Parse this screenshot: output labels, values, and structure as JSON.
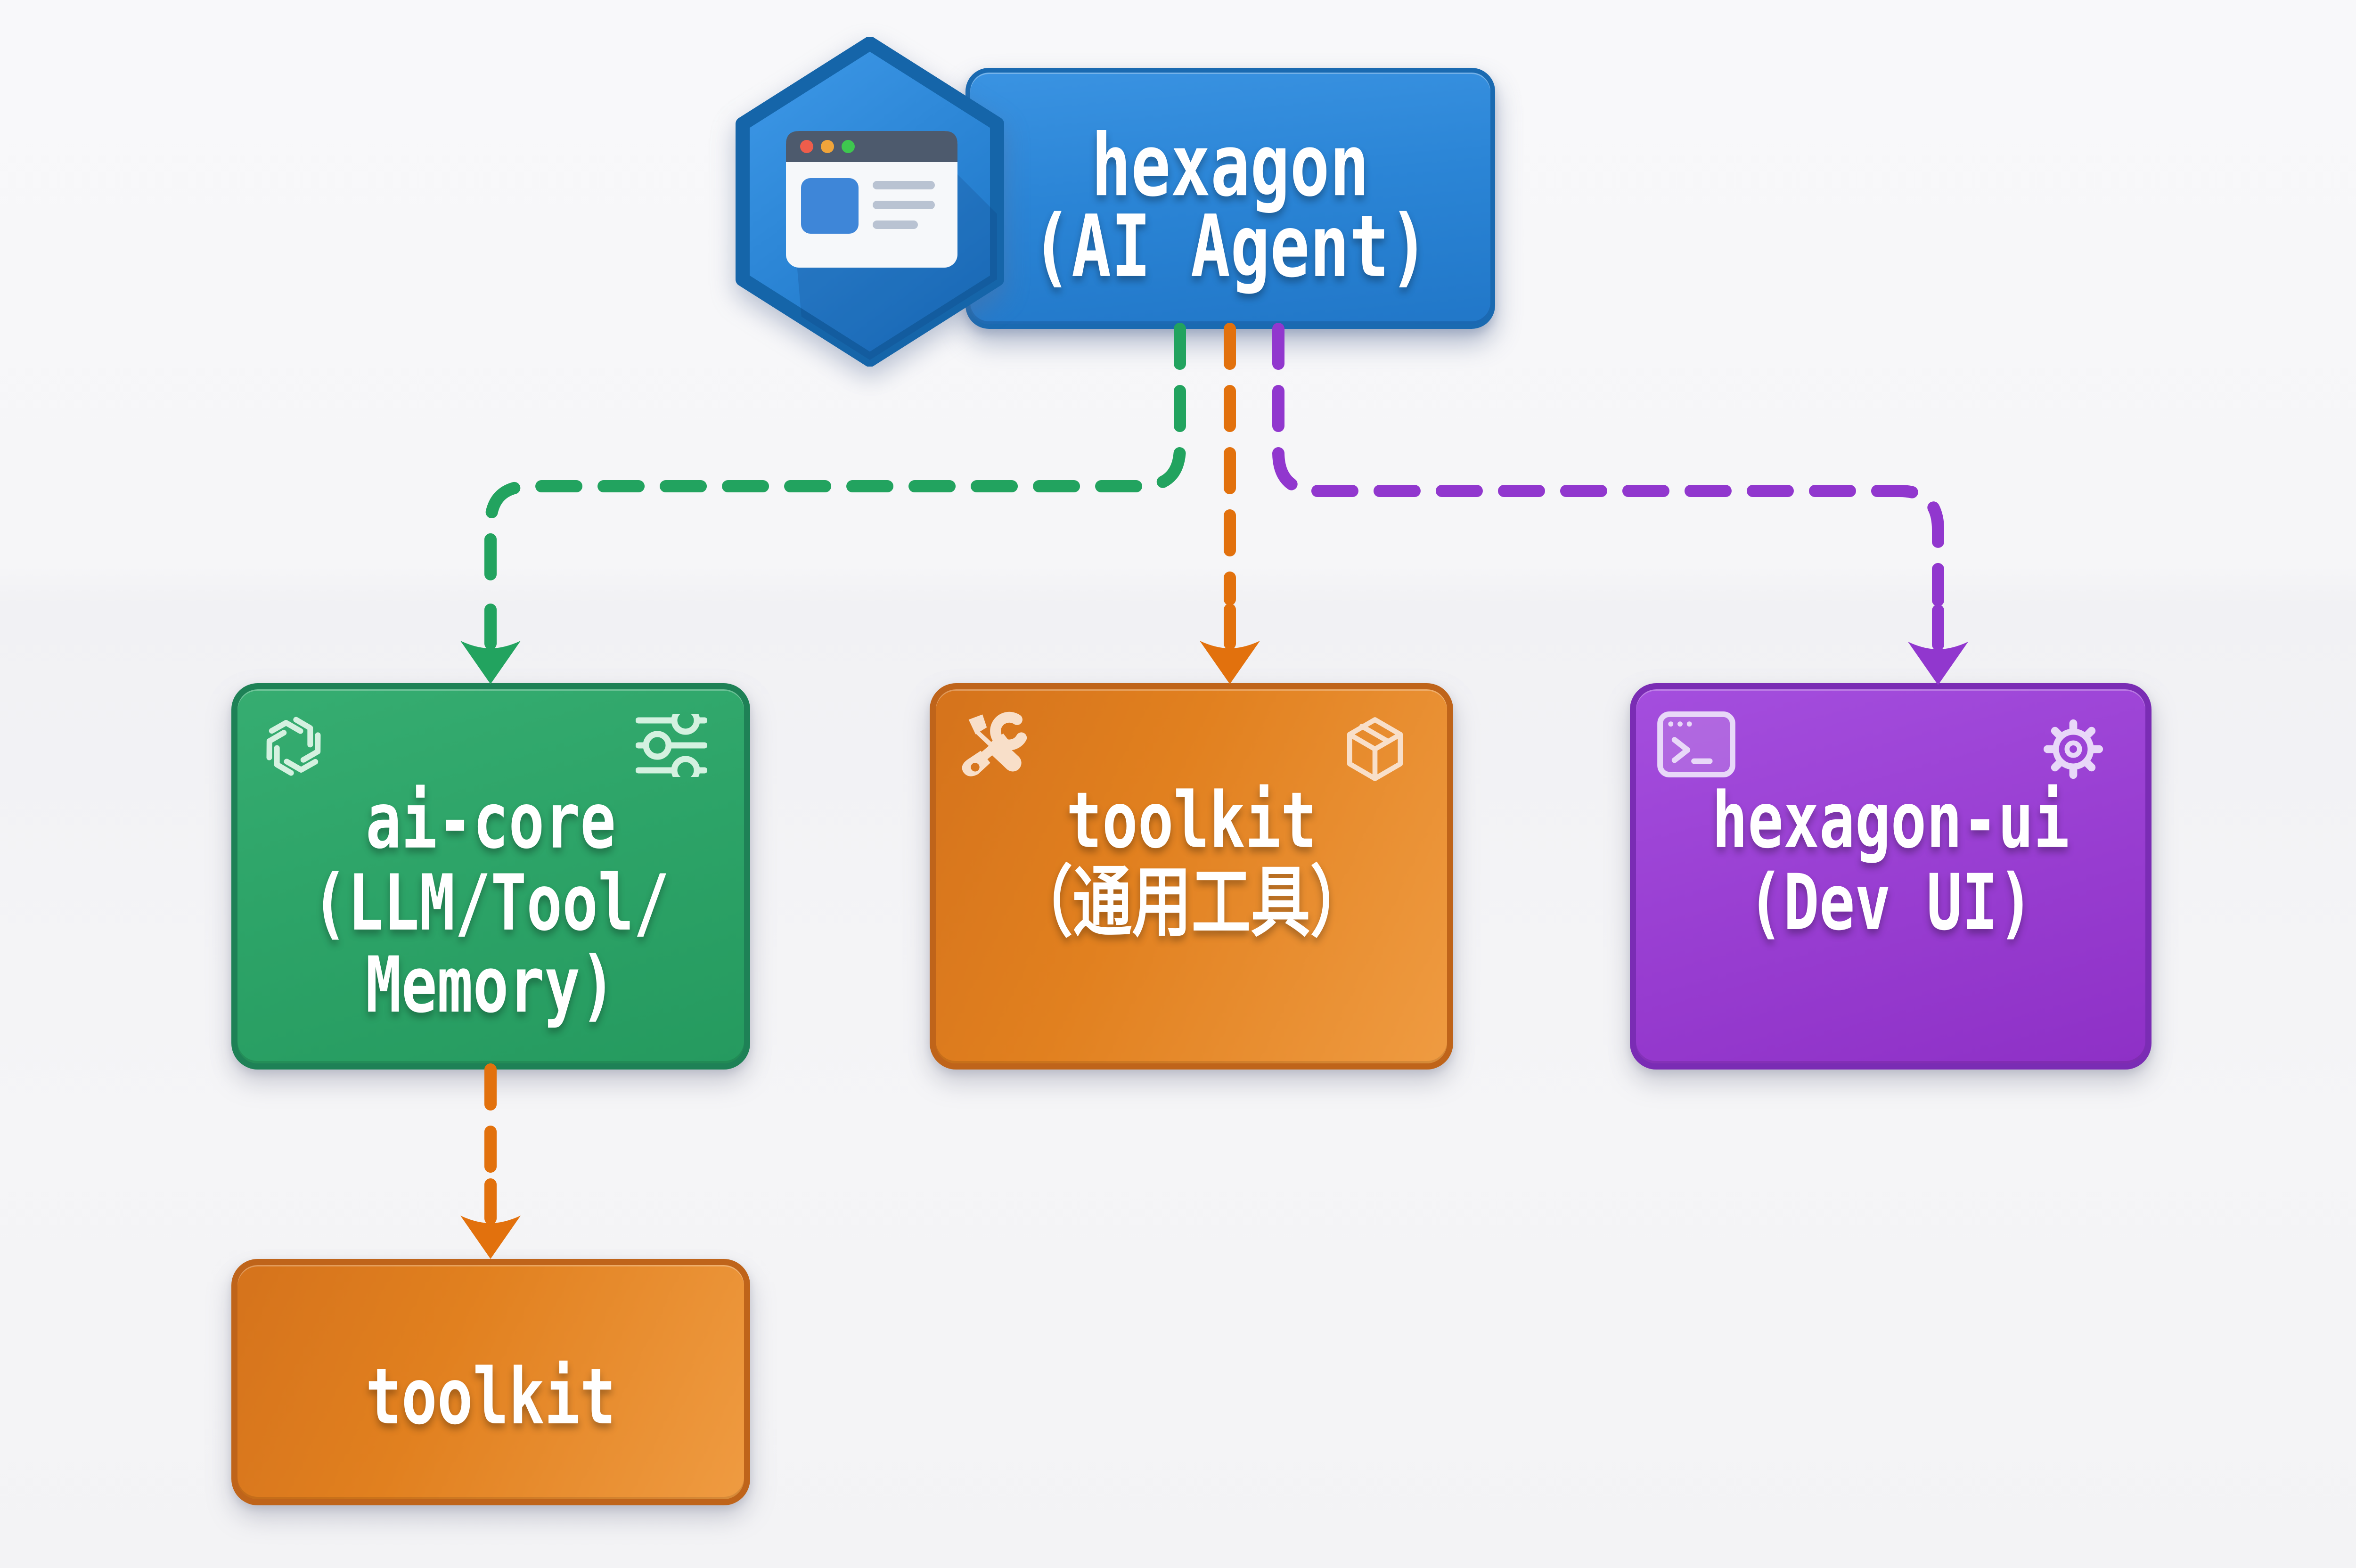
{
  "diagram": {
    "type": "dependency-graph",
    "background": "#f5f5f7"
  },
  "nodes": {
    "root": {
      "line1": "hexagon",
      "line2": "(AI Agent)",
      "fill": "#2b85d6",
      "border": "#1a6ab1",
      "badge": "hexagon-browser-badge",
      "badge_traffic_lights": [
        "#ee5d4b",
        "#f0a43a",
        "#3ec74f"
      ]
    },
    "ai_core": {
      "line1": "ai-core",
      "line2": "(LLM/Tool/",
      "line3": "Memory)",
      "fill": "#2da468",
      "border": "#1e8156",
      "icon_left": "openai-logo-icon",
      "icon_right": "sliders-icon"
    },
    "toolkit": {
      "line1": "toolkit",
      "line2": "（通用工具）",
      "fill": "#e1801f",
      "border": "#bf641a",
      "icon_left": "crossed-tools-icon",
      "icon_right": "package-icon"
    },
    "hexagon_ui": {
      "line1": "hexagon-ui",
      "line2": "(Dev UI)",
      "fill": "#9a40d3",
      "border": "#7a2cb4",
      "icon_left": "terminal-icon",
      "icon_right": "gear-icon"
    },
    "toolkit_child": {
      "line1": "toolkit",
      "fill": "#e1801f",
      "border": "#bf641a"
    }
  },
  "edges": [
    {
      "from": "hexagon",
      "to": "ai-core",
      "style": "dashed",
      "color": "#22a35f",
      "arrow": "down"
    },
    {
      "from": "hexagon",
      "to": "toolkit",
      "style": "dashed",
      "color": "#e2710d",
      "arrow": "down"
    },
    {
      "from": "hexagon",
      "to": "hexagon-ui",
      "style": "dashed",
      "color": "#9137ce",
      "arrow": "down"
    },
    {
      "from": "ai-core",
      "to": "toolkit",
      "style": "dashed",
      "color": "#e2710d",
      "arrow": "down"
    }
  ]
}
